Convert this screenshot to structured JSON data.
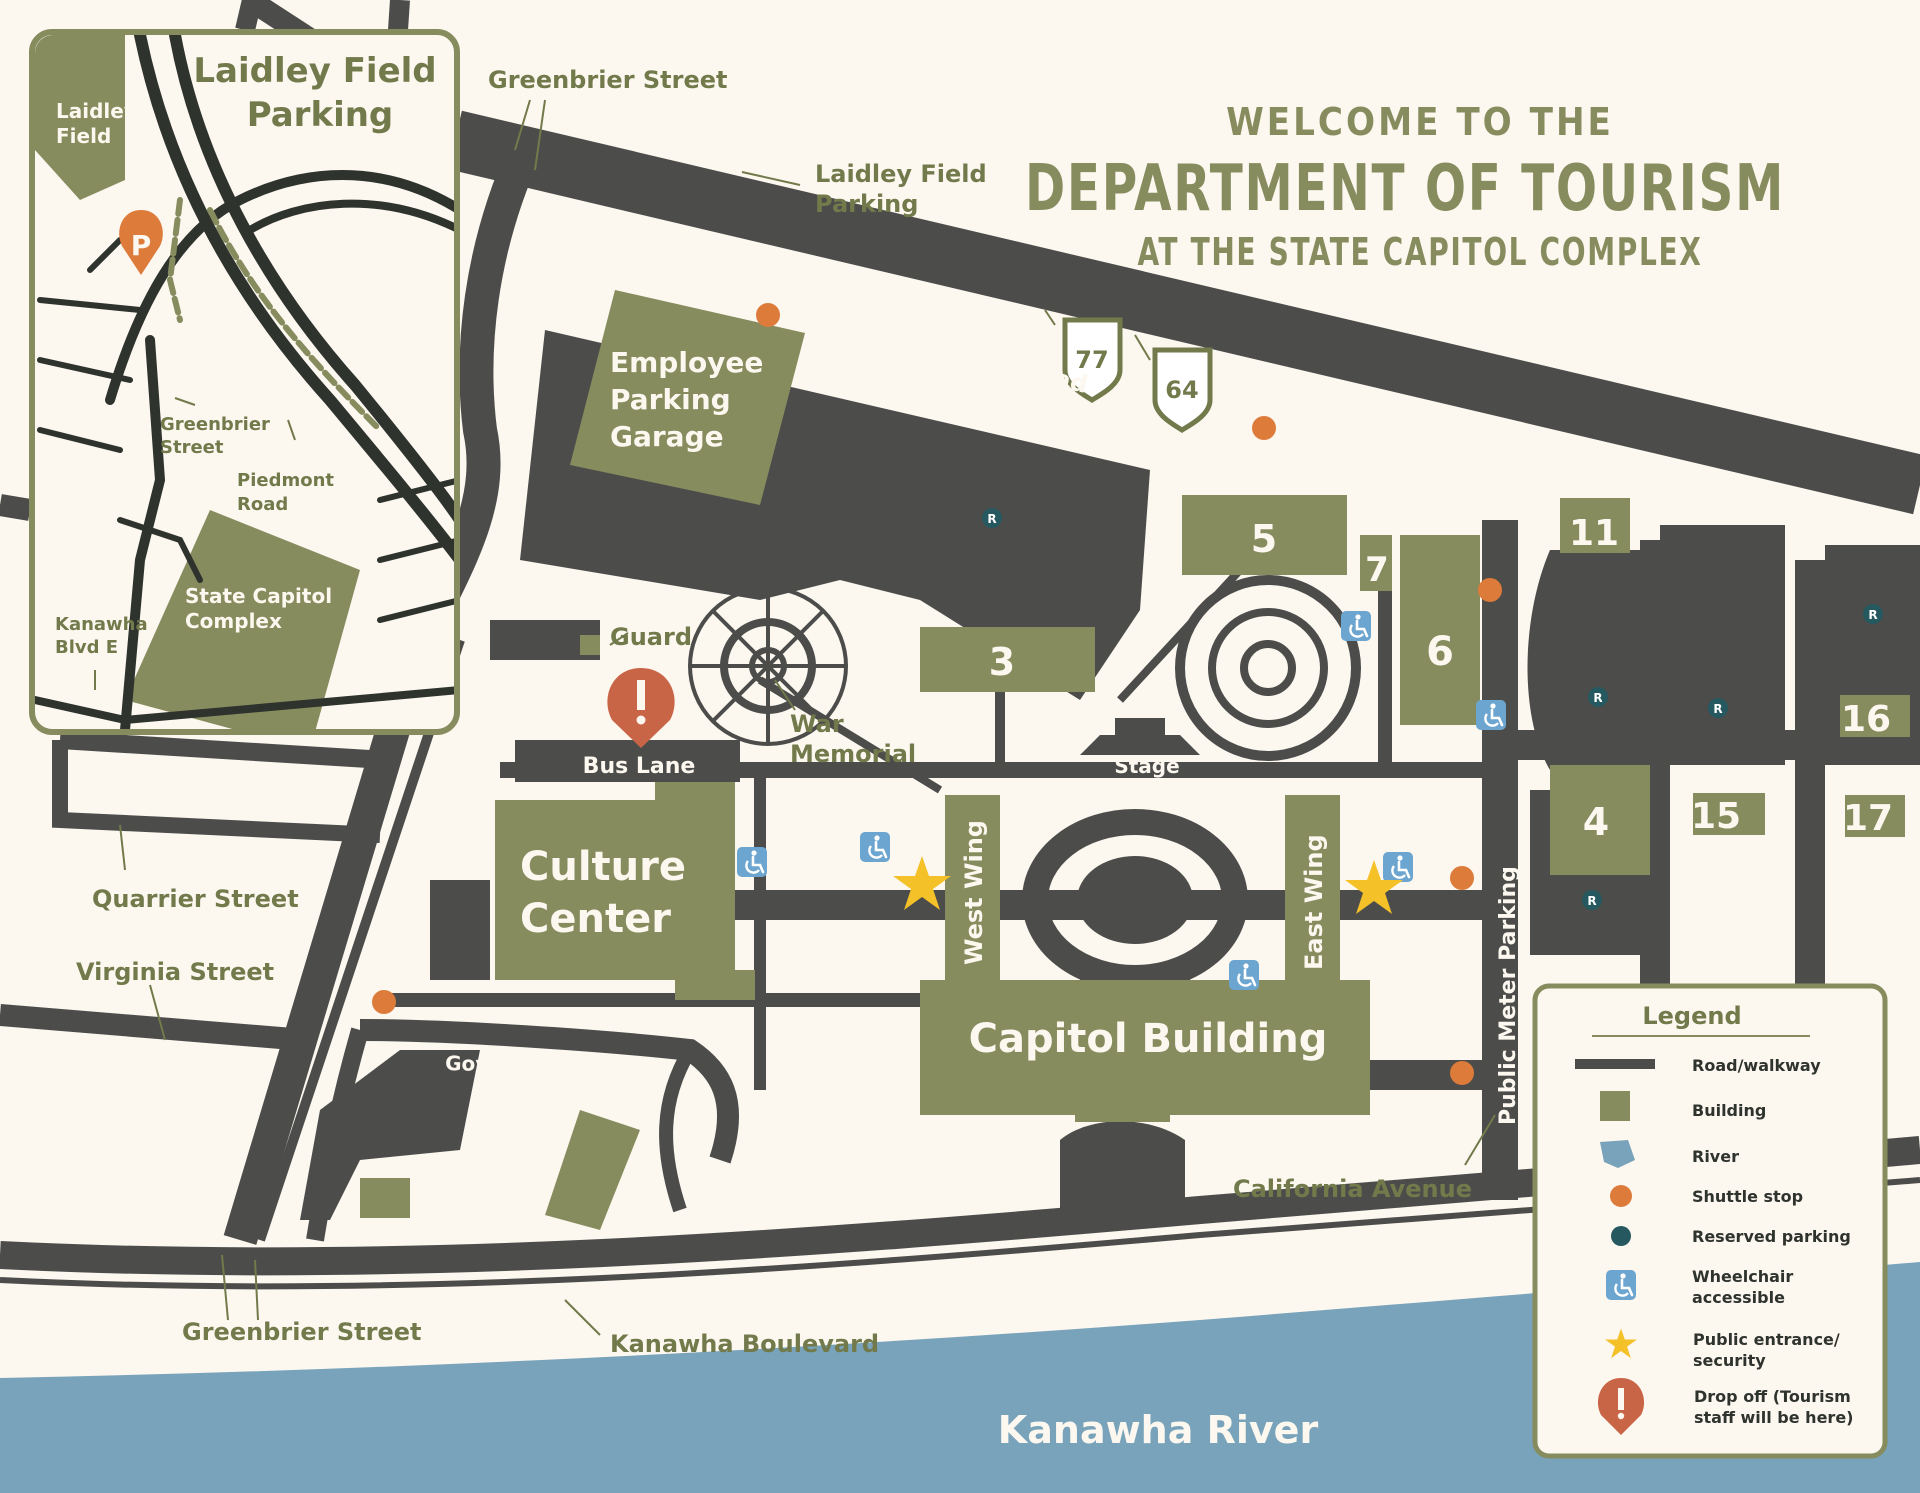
{
  "header": {
    "line1": "WELCOME TO THE",
    "line2": "DEPARTMENT OF TOURISM",
    "line3": "AT THE STATE CAPITOL COMPLEX"
  },
  "colors": {
    "background": "#fcf7ef",
    "road": "#4c4d4b",
    "building": "#878c5e",
    "river": "#78a3ba",
    "label": "#727a4b",
    "shuttle": "#dc7b3a",
    "reserved": "#25585f",
    "wheelchair": "#6ca5cf",
    "star": "#f5c128",
    "dropoff": "#c96547"
  },
  "inset": {
    "title_line1": "Laidley Field",
    "title_line2": "Parking",
    "field_line1": "Laidley",
    "field_line2": "Field",
    "parking_pin": "P",
    "greenbrier_line1": "Greenbrier",
    "greenbrier_line2": "Street",
    "piedmont_line1": "Piedmont",
    "piedmont_line2": "Road",
    "kanawha_line1": "Kanawha",
    "kanawha_line2": "Blvd E",
    "capitol_line1": "State Capitol",
    "capitol_line2": "Complex"
  },
  "streets": {
    "greenbrier_top": "Greenbrier Street",
    "laidley_line1": "Laidley Field",
    "laidley_line2": "Parking",
    "piedmont": "Piedmont Road",
    "quarrier": "Quarrier Street",
    "virginia": "Virginia Street",
    "governors": "Governor’s Drive",
    "greenbrier_bottom": "Greenbrier Street",
    "kanawha_blvd": "Kanawha Boulevard",
    "california": "California Avenue",
    "public_meter": "Public Meter Parking",
    "bus_lane": "Bus Lane",
    "river": "Kanawha River"
  },
  "highways": [
    "77",
    "64"
  ],
  "places": {
    "garage_line1": "Employee",
    "garage_line2": "Parking",
    "garage_line3": "Garage",
    "guard": "Guard",
    "war_line1": "War",
    "war_line2": "Memorial",
    "stage": "Stage",
    "culture_line1": "Culture",
    "culture_line2": "Center",
    "west_wing": "West Wing",
    "east_wing": "East Wing",
    "capitol": "Capitol Building"
  },
  "buildings": [
    "3",
    "4",
    "5",
    "6",
    "7",
    "11",
    "15",
    "16",
    "17"
  ],
  "reserved_badge": "R",
  "legend": {
    "title": "Legend",
    "items": [
      {
        "label": "Road/walkway",
        "icon": "road-line"
      },
      {
        "label": "Building",
        "icon": "building-square"
      },
      {
        "label": "River",
        "icon": "river-shape"
      },
      {
        "label": "Shuttle stop",
        "icon": "shuttle-dot"
      },
      {
        "label": "Reserved parking",
        "icon": "reserved-parking-icon"
      },
      {
        "label_line1": "Wheelchair",
        "label_line2": "accessible",
        "icon": "wheelchair-icon"
      },
      {
        "label_line1": "Public entrance/",
        "label_line2": "security",
        "icon": "star-icon"
      },
      {
        "label_line1": "Drop off (Tourism",
        "label_line2": "staff will be here)",
        "icon": "dropoff-pin-icon"
      }
    ]
  }
}
